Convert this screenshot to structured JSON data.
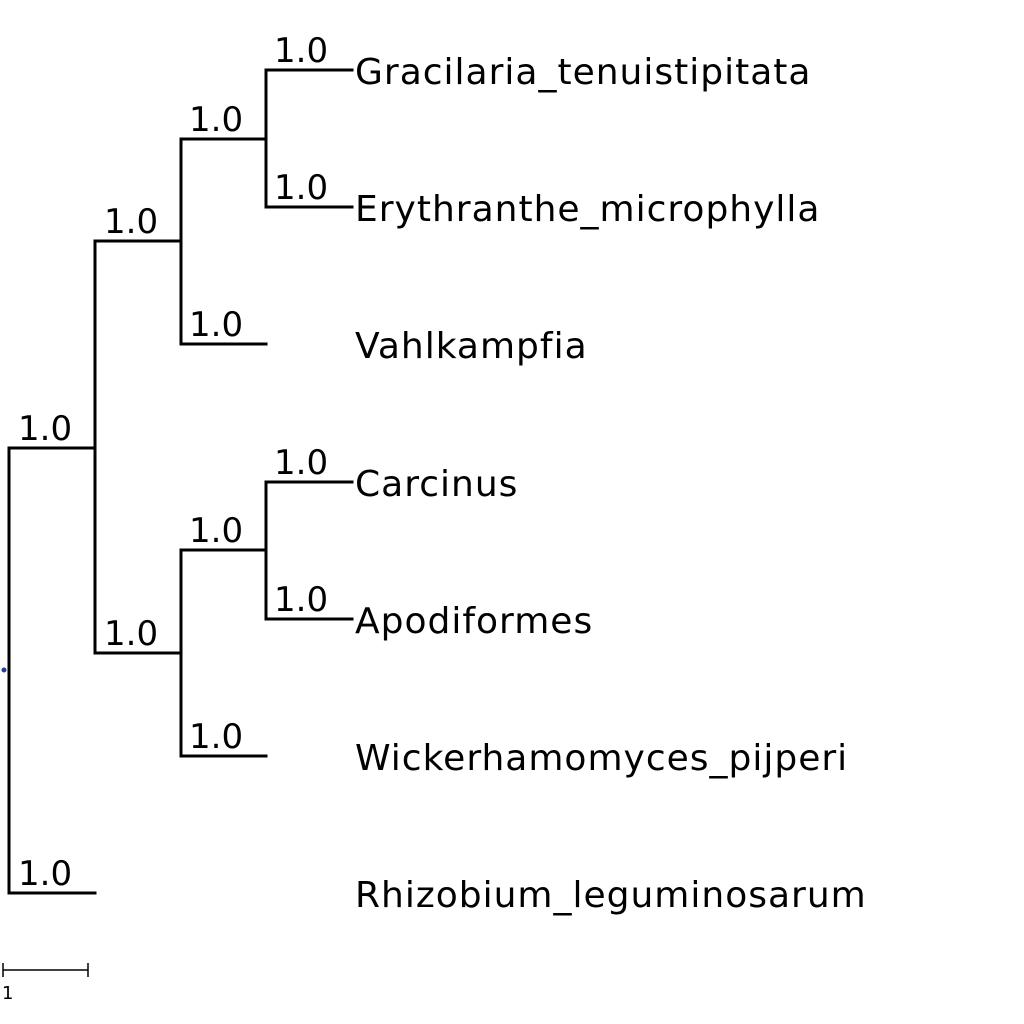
{
  "tree": {
    "leaves": [
      "Gracilaria_tenuistipitata",
      "Erythranthe_microphylla",
      "Vahlkampfia",
      "Carcinus",
      "Apodiformes",
      "Wickerhamomyces_pijperi",
      "Rhizobium_leguminosarum"
    ],
    "support_values": [
      "1.0",
      "1.0",
      "1.0",
      "1.0",
      "1.0",
      "1.0",
      "1.0",
      "1.0",
      "1.0",
      "1.0",
      "1.0",
      "1.0"
    ],
    "root_marker_color": "#1f3f99",
    "scale_bar_label": "1"
  }
}
